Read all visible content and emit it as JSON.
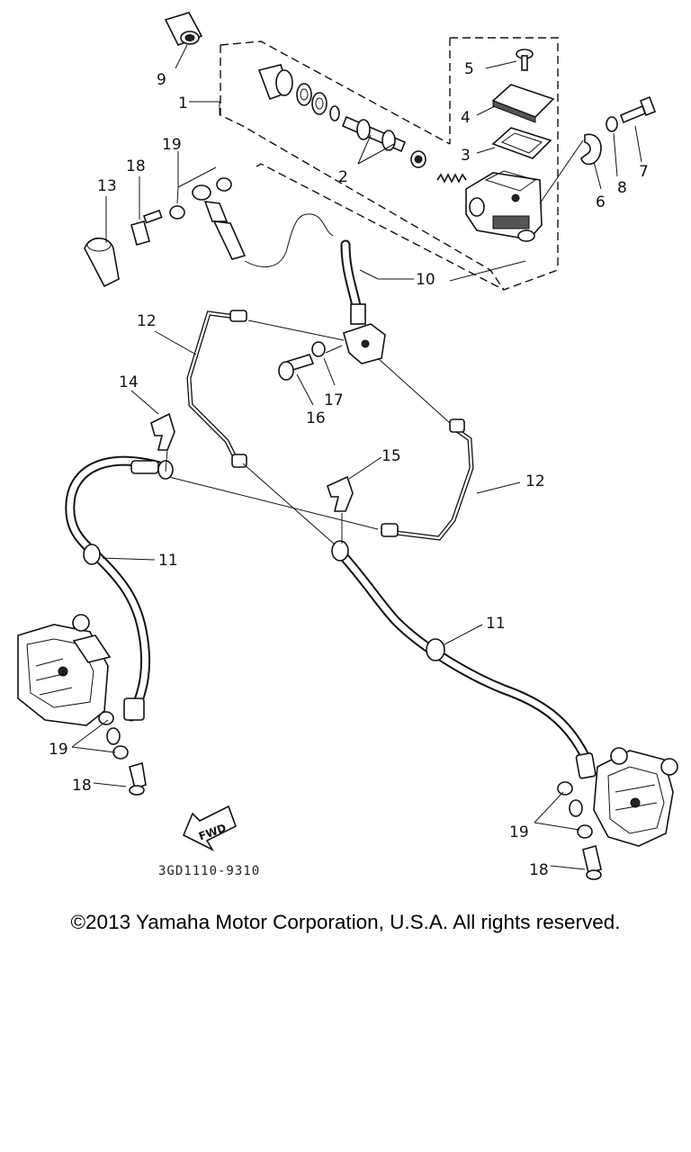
{
  "diagram": {
    "fwd_label": "FWD",
    "drawing_code": "3GD1110-9310",
    "callouts": [
      "1",
      "2",
      "3",
      "4",
      "5",
      "6",
      "7",
      "8",
      "9",
      "10",
      "11",
      "11",
      "12",
      "13",
      "14",
      "15",
      "15",
      "16",
      "17",
      "18",
      "18",
      "18",
      "19",
      "19",
      "19"
    ]
  },
  "footer": {
    "copyright": "©2013 Yamaha Motor Corporation, U.S.A. All rights reserved."
  }
}
